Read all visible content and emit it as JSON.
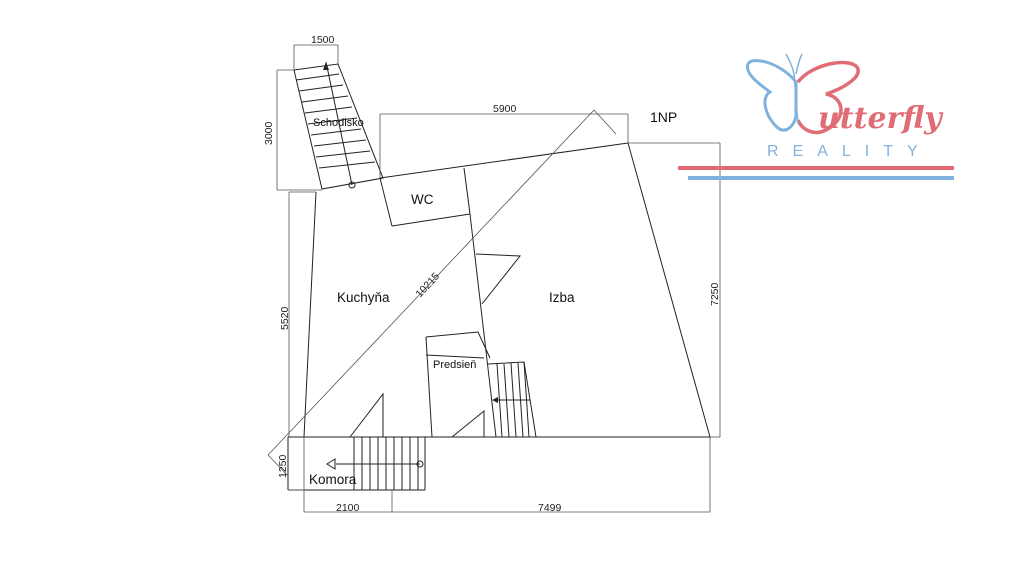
{
  "floor_label": "1NP",
  "rooms": {
    "stairs": "Schodisko",
    "wc": "WC",
    "kitchen": "Kuchyňa",
    "room": "Izba",
    "hall": "Predsieň",
    "pantry": "Komora"
  },
  "dimensions": {
    "stair_width": "1500",
    "stair_height": "3000",
    "top_width": "5900",
    "right_height": "7250",
    "diagonal": "10215",
    "left_height": "5520",
    "bottom_small_height": "1250",
    "bottom_left_width": "2100",
    "bottom_right_width": "7499"
  },
  "logo": {
    "script_text": "utterfly",
    "sub_text": "REALITY",
    "color_primary": "#e06c76",
    "color_secondary": "#7fb2de"
  }
}
